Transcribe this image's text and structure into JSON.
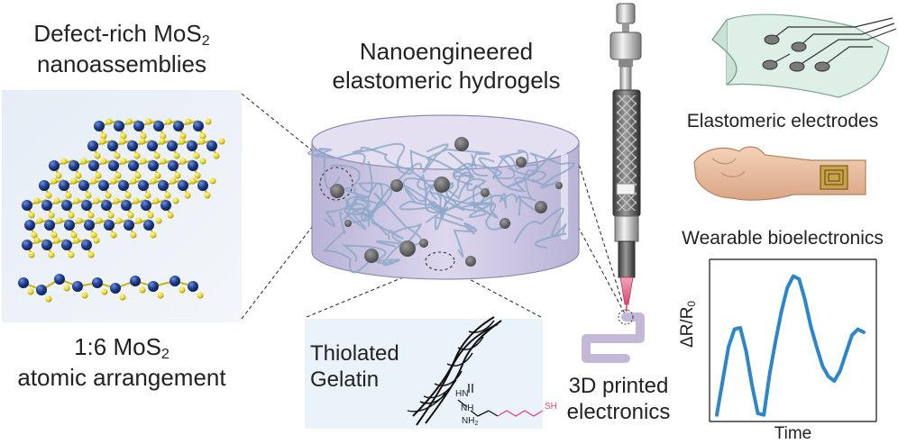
{
  "mos2": {
    "title_line1": "Defect-rich MoS",
    "title_line1_sub": "2",
    "title_line2": "nanoassemblies",
    "caption_line1": "1:6 MoS",
    "caption_line1_sub": "2",
    "caption_line2": "atomic arrangement"
  },
  "hydrogel": {
    "title_line1": "Nanoengineered",
    "title_line2": "elastomeric hydrogels"
  },
  "gelatin": {
    "label_line1": "Thiolated",
    "label_line2": "Gelatin",
    "chem_hn": "HN",
    "chem_nh": "NH",
    "chem_nh2": "NH",
    "chem_sh": "SH"
  },
  "printing": {
    "label_line1": "3D printed",
    "label_line2": "electronics"
  },
  "applications": {
    "electrodes": "Elastomeric electrodes",
    "wearable": "Wearable bioelectronics"
  },
  "chart_data": {
    "type": "line",
    "xlabel": "Time",
    "ylabel": "ΔR/R",
    "ylabel_sub": "0",
    "x": [
      0,
      1,
      2,
      3,
      4,
      5,
      6,
      7,
      8,
      9,
      10,
      11,
      12,
      13,
      14,
      15,
      16,
      17,
      18,
      19,
      20,
      21,
      22,
      23,
      24,
      25
    ],
    "values": [
      0.02,
      0.25,
      0.48,
      0.6,
      0.61,
      0.45,
      0.22,
      0.03,
      0.02,
      0.3,
      0.52,
      0.72,
      0.88,
      0.96,
      0.94,
      0.8,
      0.62,
      0.48,
      0.35,
      0.28,
      0.25,
      0.32,
      0.44,
      0.56,
      0.6,
      0.58
    ],
    "colors": {
      "line": "#2e86c8",
      "frame": "#111111"
    }
  },
  "colors": {
    "mo_atom": "#1f3f8f",
    "s_atom": "#e8d82c",
    "gel_fill": "#cfc9e6",
    "gel_stroke": "#8f89b0",
    "fiber": "#8ea8c8",
    "trace": "#c4b8d8",
    "gelatin_bg": "#eaf2fa",
    "thiol": "#e0457a"
  }
}
